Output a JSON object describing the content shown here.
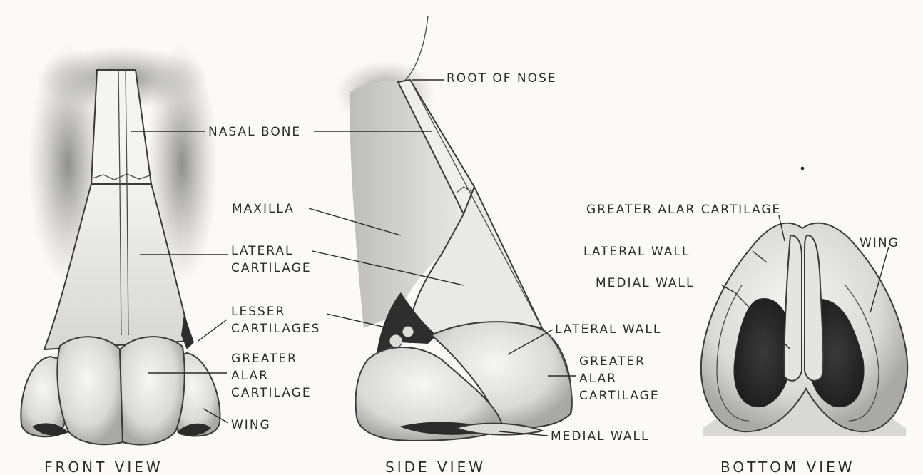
{
  "front_view": {
    "caption": "FRONT VIEW",
    "labels": {
      "nasal_bone": "NASAL BONE",
      "lateral_cartilage_1": "LATERAL",
      "lateral_cartilage_2": "CARTILAGE",
      "lesser_cartilages_1": "LESSER",
      "lesser_cartilages_2": "CARTILAGES",
      "greater_alar_1": "GREATER",
      "greater_alar_2": "ALAR",
      "greater_alar_3": "CARTILAGE",
      "wing": "WING"
    }
  },
  "side_view": {
    "caption": "SIDE VIEW",
    "labels": {
      "root_of_nose": "ROOT OF NOSE",
      "maxilla": "MAXILLA",
      "lateral_wall": "LATERAL WALL",
      "greater_alar_1": "GREATER",
      "greater_alar_2": "ALAR",
      "greater_alar_3": "CARTILAGE",
      "medial_wall": "MEDIAL WALL"
    }
  },
  "bottom_view": {
    "caption": "BOTTOM VIEW",
    "labels": {
      "greater_alar_cartilage": "GREATER ALAR CARTILAGE",
      "wing": "WING",
      "lateral_wall": "LATERAL WALL",
      "medial_wall": "MEDIAL WALL"
    }
  }
}
